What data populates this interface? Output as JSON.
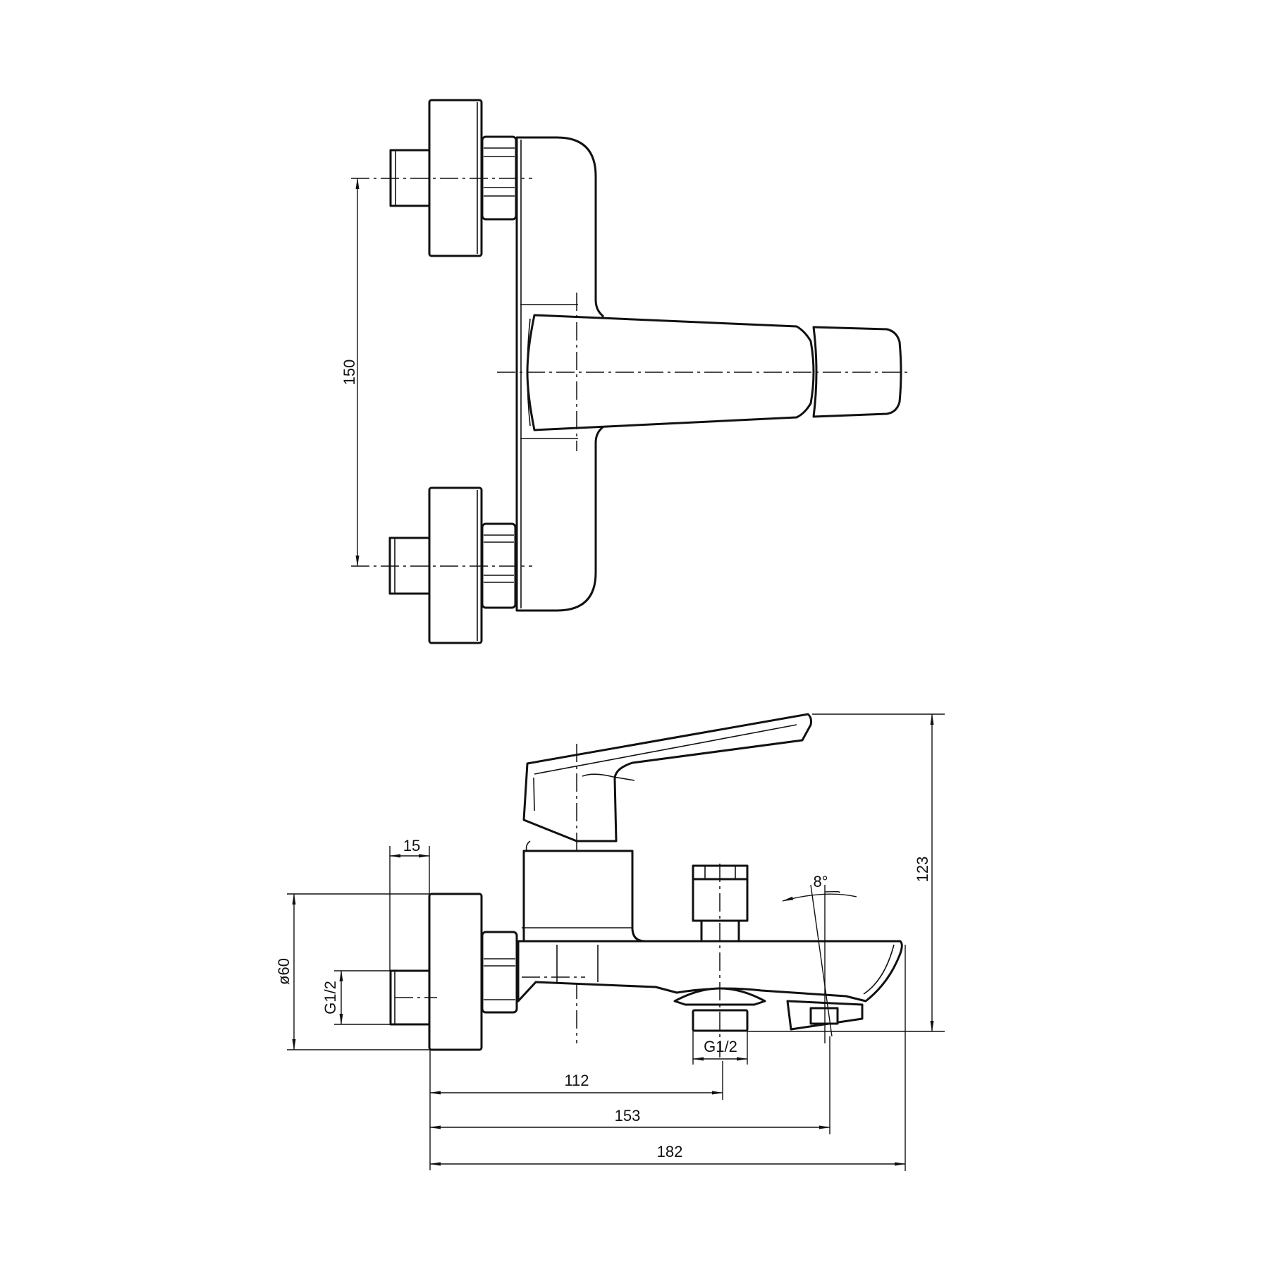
{
  "drawing": {
    "subject": "Wall-mounted single-lever bath mixer",
    "views": [
      "top-view",
      "side-view"
    ],
    "line_color": "#111111",
    "background": "#ffffff"
  },
  "top_view": {
    "dimensions": {
      "inlet_spacing": "150"
    }
  },
  "side_view": {
    "dimensions": {
      "thread_length": "15",
      "flange_diameter": "ø60",
      "inlet_thread": "G1/2",
      "outlet_thread": "G1/2",
      "outlet_angle": "8°",
      "height": "123",
      "wall_to_outlet": "112",
      "wall_to_aerator": "153",
      "total_depth": "182"
    }
  }
}
